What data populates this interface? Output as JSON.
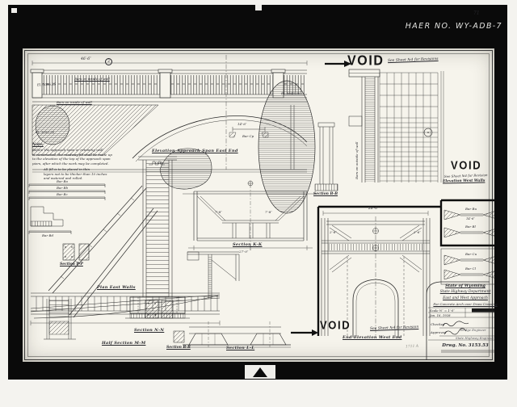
{
  "photo": {
    "haer_label": "HAER NO. WY-ADB-7",
    "haer_tick": "71"
  },
  "voids": {
    "stamp": "VOID",
    "note_top": "See Sheet №4 for Revisions",
    "note_mid": "See Sheet №4 for Revision",
    "note_bottom": "See Sheet №4 for Revision"
  },
  "labels": {
    "elevation_approach": "Elevation Approach Span East End",
    "curb": "Curb",
    "plan_east_walls": "Plan East Walls",
    "half_section_mm": "Half Section M-M",
    "section_nn": "Section N-N",
    "section_kk": "Section K-K",
    "section_ll": "Section L-L",
    "section_rr": "Section R-R",
    "section_pp": "Section P-P",
    "section_bb": "Section B-B",
    "end_elevation_west": "End Elevation West End",
    "elevation_west_walls": "Elevation West Walls",
    "bars_inside_wall_1": "Bars on inside of wall",
    "bars_inside_wall_2": "Bars on inside of wall",
    "bars_outside_wall": "Bars on outside of wall"
  },
  "note": {
    "title": "Note:",
    "lines": [
      "Before the approach span or retaining wall",
      "is constructed, the roadway fill shall be made up",
      "to the elevation of the top of the approach span",
      "piers, after which the work may be completed.",
      "All fill is to be placed in thin",
      "layers not to be thicker than 10 inches",
      "and watered and rolled."
    ]
  },
  "dims": {
    "top_span": "46′-6″",
    "rev_no": "2",
    "cp_len": "14′-6″",
    "bar_cp": "Bar Cp",
    "kk_left": "7′-8″",
    "kk_right": "7′-8″",
    "kk_total": "27′-0″",
    "end_width": "28′-0″",
    "end_left": "2′-6″",
    "end_right": "2′-6″",
    "bar_len": "14′-6″"
  },
  "elevations": {
    "e1": "El. 3096.25",
    "e2": "El. 3093.50",
    "e3": "El. 3043.36"
  },
  "left_bars": {
    "b1": "Bar Ba",
    "b2": "Bar Bb",
    "b3": "Bar Bc",
    "b4": "Bar Bd"
  },
  "right_bars": {
    "r1": "Bar Bu",
    "r2": "Bar Bl",
    "r3": "Bar Cu",
    "r4": "Bar Cl"
  },
  "title_block": {
    "org1": "State of Wyoming",
    "org2": "State Highway Department",
    "line3": "East and West Approach",
    "line4": "For Concrete Arch over Draw Crossing",
    "row_scale": "Scale ½″ = 1′-0″",
    "row_date": "Jan. 16, 1928",
    "checked": "Checked",
    "checked_title": "Bridge Engineer",
    "approved": "Approved",
    "approved_title": "State Highway Engineer",
    "drwg": "Drwg. No. 3153.53",
    "pencil": "1711 A"
  }
}
